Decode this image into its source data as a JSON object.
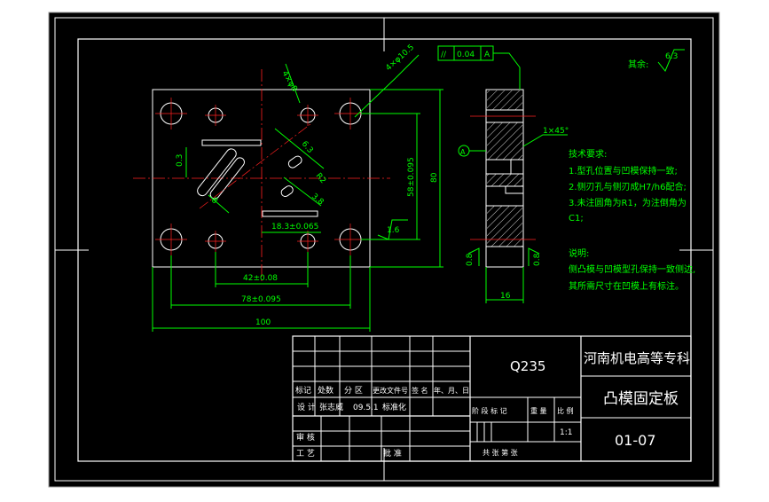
{
  "drawing": {
    "roughness": "6.3",
    "roughness_label": "其余:",
    "tolerance_frame": [
      "//",
      "0.04",
      "A"
    ],
    "hole_note_1": "4×φ8",
    "hole_note_2": "4×φ10.5",
    "dim_63": "6.3",
    "dim_03": "0.3",
    "dim_r2": "R2",
    "dim_8": "8",
    "dim_38": "3.8",
    "dim_1863": "18.3±0.065",
    "dim_42": "42±0.08",
    "dim_78": "78±0.095",
    "dim_100": "100",
    "dim_58": "58±0.095",
    "dim_80": "80",
    "roughness_16": "1.6",
    "datum_a": "A",
    "chamfer": "1×45°",
    "rough_08_left": "0.8",
    "rough_08_right": "0.8",
    "dim_16": "16",
    "req_title": "技术要求:",
    "req_1": "1.型孔位置与凹模保持一致;",
    "req_2": "2.侧刃孔与侧刃成H7/h6配合;",
    "req_3": "3.未注圆角为R1，为注倒角为",
    "req_3b": "C1;",
    "note_title": "说明:",
    "note_1": "侧凸模与凹模型孔保持一致侧边,",
    "note_2": "其所需尺寸在凹模上有标注。"
  },
  "title_block": {
    "material": "Q235",
    "school": "河南机电高等专科",
    "part_name": "凸模固定板",
    "drawing_no": "01-07",
    "row_labels": [
      "标记",
      "处数",
      "分 区",
      "更改文件号",
      "签 名",
      "年、月、日"
    ],
    "design_label": "设 计",
    "designer": "张志威",
    "date": "09.5.1",
    "standard_label": "标准化",
    "stage_label": "阶 段 标 记",
    "weight_label": "重 量",
    "scale_label": "比 例",
    "scale": "1:1",
    "review_label": "审 核",
    "process_label": "工 艺",
    "approve_label": "批 准",
    "sheets_label": "共   张  第   张"
  }
}
